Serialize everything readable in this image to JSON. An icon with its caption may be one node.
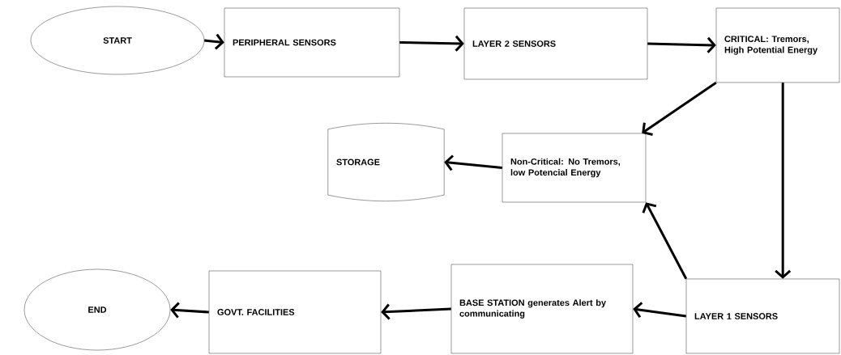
{
  "diagram": {
    "nodes": [
      {
        "text": [
          "START"
        ]
      },
      {
        "text": [
          "PERIPHERAL SENSORS"
        ]
      },
      {
        "text": [
          "LAYER 2 SENSORS"
        ]
      },
      {
        "text": [
          "CRITICAL: Tremors, High Potential Energy"
        ]
      },
      {
        "text": [
          "STORAGE"
        ]
      },
      {
        "text": [
          "Non-Critical: No Tremors, low Potencial Energy"
        ]
      },
      {
        "text": [
          "LAYER 1 SENSORS"
        ]
      },
      {
        "text": [
          "BASE STATION generates Alert by communicating"
        ]
      },
      {
        "text": [
          "GOVT. FACILITIES"
        ]
      },
      {
        "text": [
          "END"
        ]
      }
    ],
    "edges": [
      {
        "from": 0,
        "to": 1,
        "arrow": "to"
      },
      {
        "from": 1,
        "to": 2,
        "arrow": "to"
      },
      {
        "from": 2,
        "to": 3,
        "arrow": "to"
      },
      {
        "from": 3,
        "to": 5,
        "arrow": "to"
      },
      {
        "from": 5,
        "to": 4,
        "arrow": "to"
      },
      {
        "from": 3,
        "to": 6,
        "arrow": "to"
      },
      {
        "from": 6,
        "to": 5,
        "arrow": "to"
      },
      {
        "from": 6,
        "to": 7,
        "arrow": "to"
      },
      {
        "from": 7,
        "to": 8,
        "arrow": "to"
      },
      {
        "from": 8,
        "to": 9,
        "arrow": "to"
      }
    ]
  }
}
